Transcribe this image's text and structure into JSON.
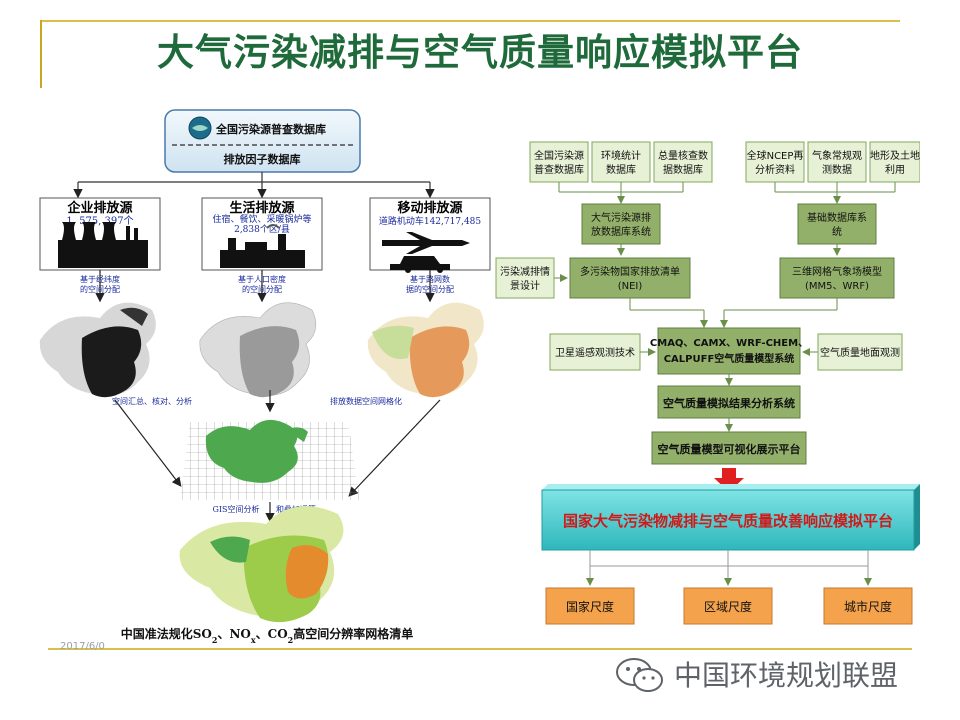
{
  "title": "大气污染减排与空气质量响应模拟平台",
  "footer": {
    "date": "2017/6/0",
    "wechat_name": "中国环境规划联盟"
  },
  "left_diagram": {
    "db_top": "全国污染源普查数据库",
    "db_bottom": "排放因子数据库",
    "sources": [
      {
        "name": "企业排放源",
        "detail": [
          "1, 575, 397个"
        ],
        "method": [
          "基于经纬度",
          "的空间分配"
        ]
      },
      {
        "name": "生活排放源",
        "detail": [
          "住宿、餐饮、采暖锅炉等",
          "2,838个区/县"
        ],
        "method": [
          "基于人口密度",
          "的空间分配"
        ]
      },
      {
        "name": "移动排放源",
        "detail": [
          "道路机动车142,717,485"
        ],
        "method": [
          "基于路网数",
          "据的空间分配"
        ]
      }
    ],
    "note_left": "空间汇总、核对、分析",
    "note_right": "排放数据空间网格化",
    "grid_note_a": "GIS空间分析",
    "grid_note_b": "和叠加运算",
    "bottom_caption": {
      "prefix": "中国准法规化SO",
      "s1": "2",
      "mid1": "、NO",
      "s2": "x",
      "mid2": "、CO",
      "s3": "2",
      "suffix": "高空间分辨率网格清单"
    }
  },
  "right_diagram": {
    "top_left": [
      [
        "全国污染源",
        "普查数据库"
      ],
      [
        "环境统计",
        "数据库"
      ],
      [
        "总量核查数",
        "据数据库"
      ]
    ],
    "top_right": [
      [
        "全球NCEP再",
        "分析资料"
      ],
      [
        "气象常规观",
        "测数据"
      ],
      [
        "地形及土地",
        "利用"
      ]
    ],
    "emission_db": [
      "大气污染源排",
      "放数据库系统"
    ],
    "base_db": [
      "基础数据库系",
      "统"
    ],
    "scenario": [
      "污染减排情",
      "景设计"
    ],
    "nei": [
      "多污染物国家排放清单",
      "(NEI)"
    ],
    "met_model": [
      "三维网格气象场模型",
      "(MM5、WRF)"
    ],
    "satellite": "卫星遥感观测技术",
    "aq_model": [
      "CMAQ、CAMX、WRF-CHEM、",
      "CALPUFF空气质量模型系统"
    ],
    "ground_obs": "空气质量地面观测",
    "analysis": "空气质量模拟结果分析系统",
    "visual": "空气质量模型可视化展示平台",
    "platform": "国家大气污染物减排与空气质量改善响应模拟平台",
    "scales": [
      "国家尺度",
      "区域尺度",
      "城市尺度"
    ]
  },
  "colors": {
    "title": "#1f6a3a",
    "accent_gold": "#d9bf50",
    "box_green_fill": "#e7f1d6",
    "box_green_stroke": "#83a85e",
    "box_dark_green": "#93b06b",
    "platform_teal": "#35c4c8",
    "platform_text": "#d01a1a",
    "scale_orange": "#f4a34c",
    "arrow_red": "#e02020",
    "map_green": "#4ea84e",
    "blue_text": "#1a2b9e"
  },
  "icons": [
    "factory-icon",
    "residential-chimney-icon",
    "airplane-icon",
    "car-icon",
    "globe-logo-icon",
    "wechat-icon"
  ]
}
